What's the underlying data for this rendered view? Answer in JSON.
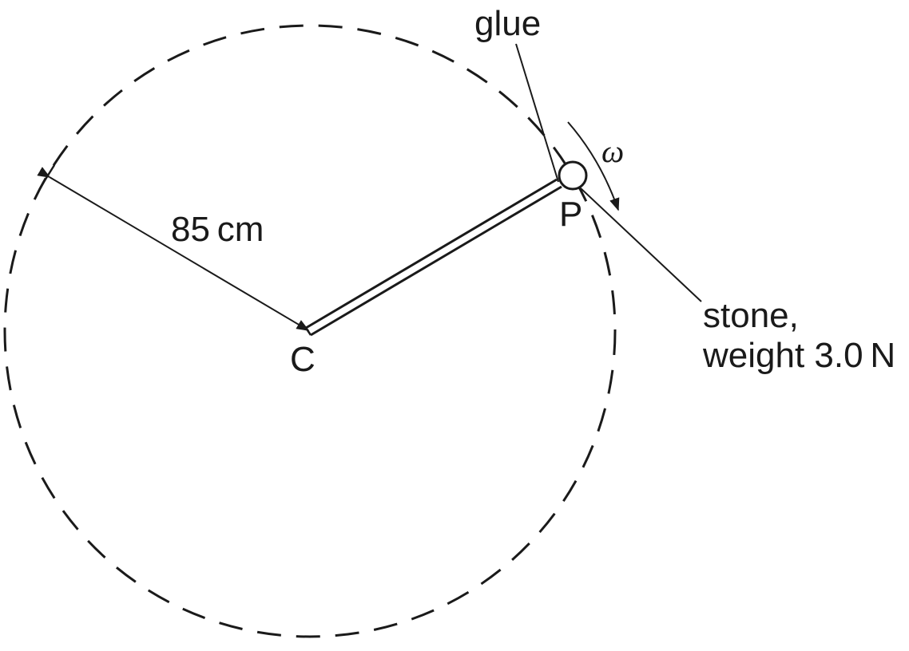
{
  "labels": {
    "glue": "glue",
    "radius": "85 cm",
    "centre": "C",
    "point": "P",
    "angular_velocity": "ω",
    "stone_line1": "stone,",
    "stone_line2": "weight 3.0 N"
  },
  "colors": {
    "ink": "#1a1a1a",
    "background": "#ffffff"
  }
}
